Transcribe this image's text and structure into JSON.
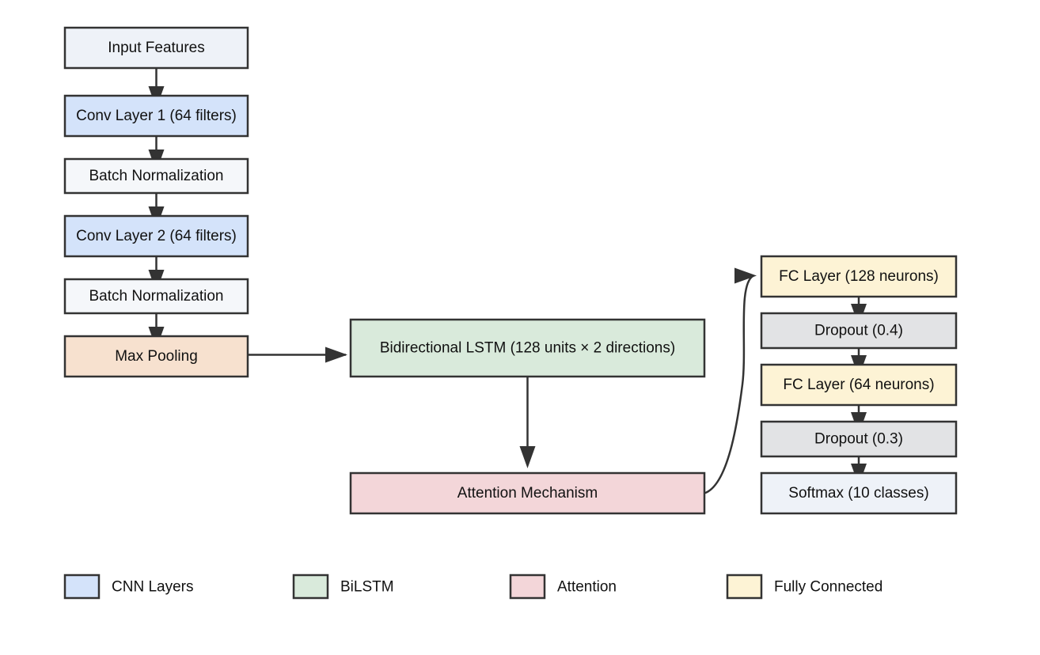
{
  "diagram": {
    "nodes": {
      "input_features": {
        "label": "Input Features",
        "color": "#eef2f8"
      },
      "conv1": {
        "label": "Conv Layer 1 (64 filters)",
        "color": "#d4e3fa"
      },
      "bn1": {
        "label": "Batch Normalization",
        "color": "#f5f7fa"
      },
      "conv2": {
        "label": "Conv Layer 2 (64 filters)",
        "color": "#d4e3fa"
      },
      "bn2": {
        "label": "Batch Normalization",
        "color": "#f5f7fa"
      },
      "max_pooling": {
        "label": "Max Pooling",
        "color": "#f7e1cf"
      },
      "bilstm": {
        "label": "Bidirectional LSTM (128 units × 2 directions)",
        "color": "#d9eadb"
      },
      "attention": {
        "label": "Attention Mechanism",
        "color": "#f3d6d9"
      },
      "fc1": {
        "label": "FC Layer (128 neurons)",
        "color": "#fdf3d5"
      },
      "dropout1": {
        "label": "Dropout (0.4)",
        "color": "#e2e3e5"
      },
      "fc2": {
        "label": "FC Layer (64 neurons)",
        "color": "#fdf3d5"
      },
      "dropout2": {
        "label": "Dropout (0.3)",
        "color": "#e2e3e5"
      },
      "softmax": {
        "label": "Softmax (10 classes)",
        "color": "#eef2f8"
      }
    },
    "edges": [
      {
        "from": "input_features",
        "to": "conv1"
      },
      {
        "from": "conv1",
        "to": "bn1"
      },
      {
        "from": "bn1",
        "to": "conv2"
      },
      {
        "from": "conv2",
        "to": "bn2"
      },
      {
        "from": "bn2",
        "to": "max_pooling"
      },
      {
        "from": "max_pooling",
        "to": "bilstm"
      },
      {
        "from": "bilstm",
        "to": "attention"
      },
      {
        "from": "attention",
        "to": "fc1"
      },
      {
        "from": "fc1",
        "to": "dropout1"
      },
      {
        "from": "dropout1",
        "to": "fc2"
      },
      {
        "from": "fc2",
        "to": "dropout2"
      },
      {
        "from": "dropout2",
        "to": "softmax"
      }
    ],
    "edge_color": "#333333"
  },
  "legend": [
    {
      "label": "CNN Layers",
      "color": "#d4e3fa"
    },
    {
      "label": "BiLSTM",
      "color": "#d9eadb"
    },
    {
      "label": "Attention",
      "color": "#f3d6d9"
    },
    {
      "label": "Fully Connected",
      "color": "#fdf3d5"
    }
  ]
}
